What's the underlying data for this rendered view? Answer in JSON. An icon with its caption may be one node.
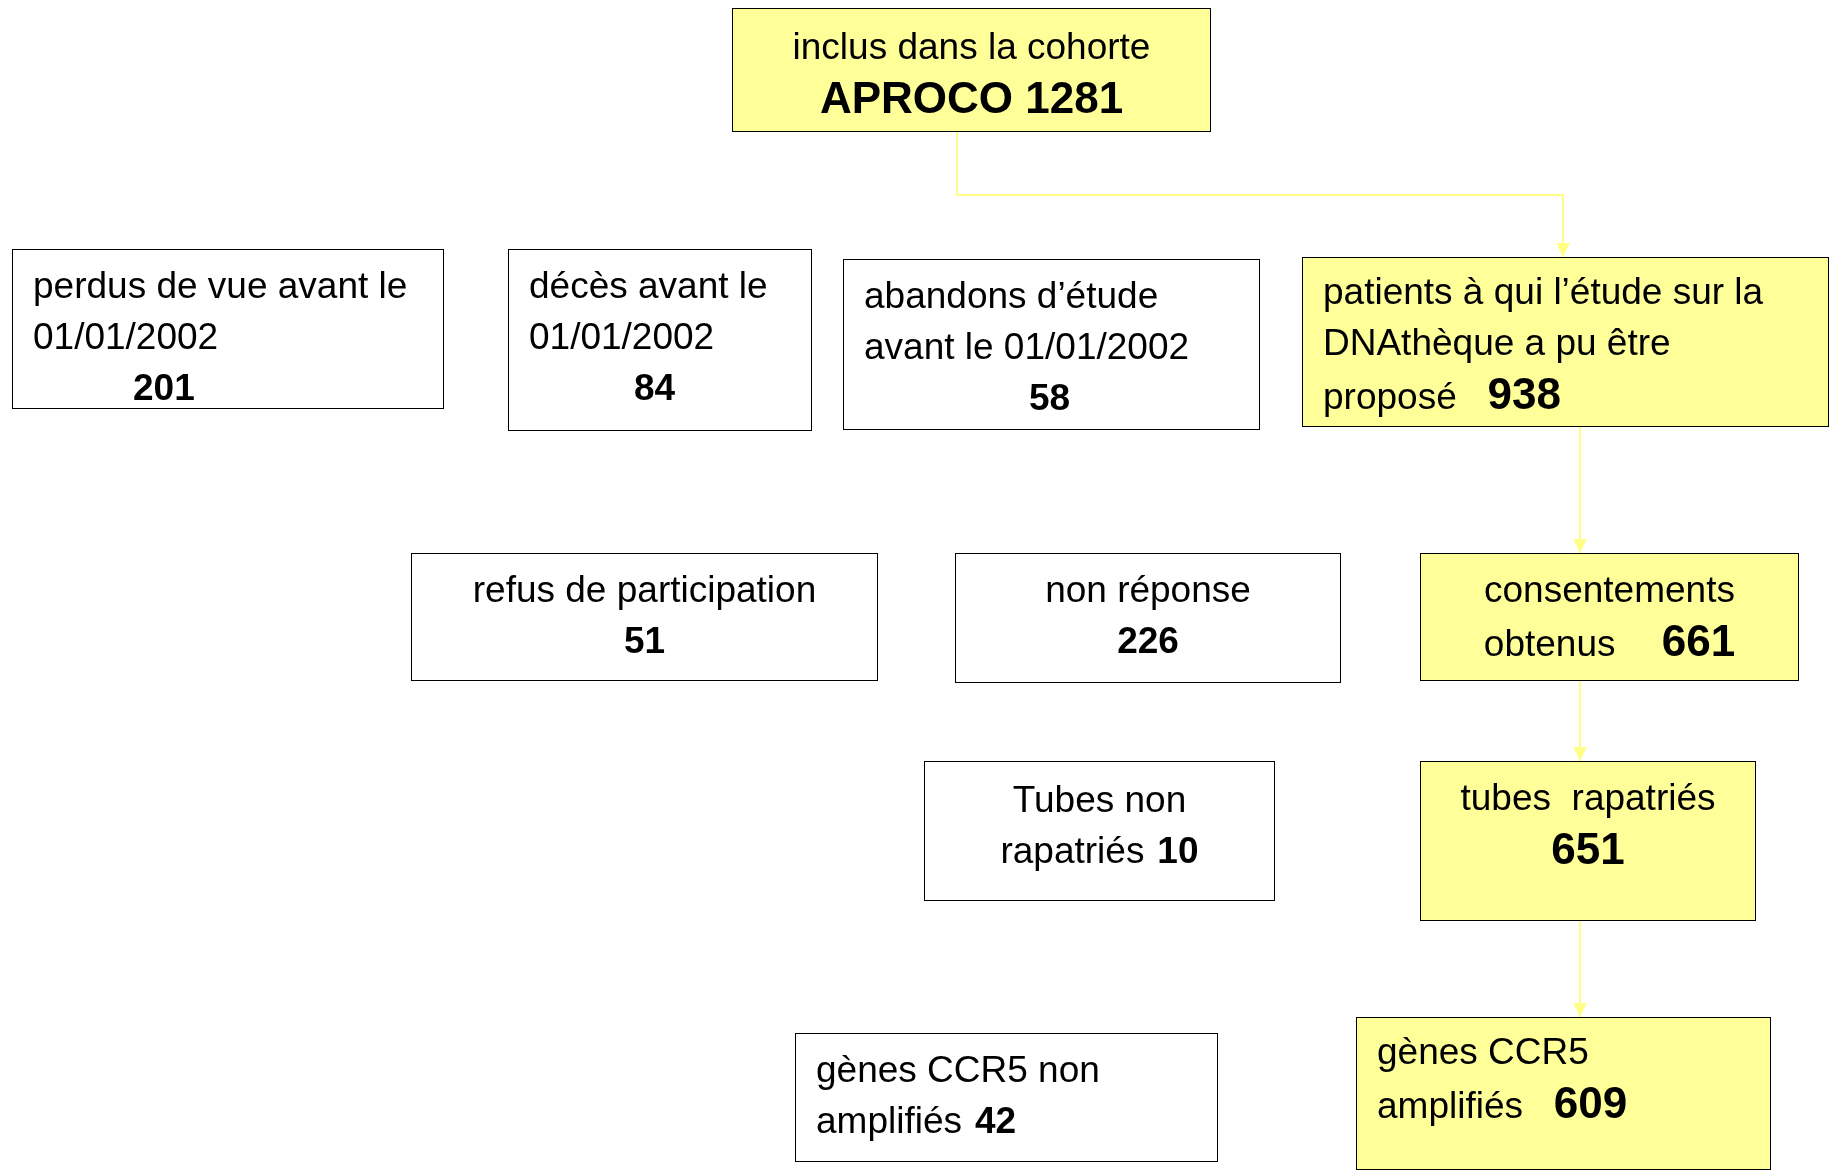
{
  "diagram": {
    "nodes": [
      {
        "text": [
          "inclus dans la cohorte",
          "APROCO 1281"
        ]
      },
      {
        "text": [
          "perdus de vue avant le 01/01/2002",
          "201"
        ]
      },
      {
        "text": [
          "décès avant le 01/01/2002",
          "84"
        ]
      },
      {
        "text": [
          "abandons d’étude avant le 01/01/2002",
          "58"
        ]
      },
      {
        "text": [
          "patients à qui l’étude sur la DNAthèque a pu être proposé",
          "938"
        ]
      },
      {
        "text": [
          "refus de participation",
          "51"
        ]
      },
      {
        "text": [
          "non réponse",
          "226"
        ]
      },
      {
        "text": [
          "consentements obtenus",
          "661"
        ]
      },
      {
        "text": [
          "Tubes non rapatriés",
          "10"
        ]
      },
      {
        "text": [
          "tubes  rapatriés",
          "651"
        ]
      },
      {
        "text": [
          "gènes CCR5 non amplifiés",
          "42"
        ]
      },
      {
        "text": [
          "gènes CCR5 amplifiés",
          "609"
        ]
      }
    ],
    "edges": [
      {
        "from": 0,
        "to": 4,
        "arrow": "to"
      },
      {
        "from": 4,
        "to": 7,
        "arrow": "to"
      },
      {
        "from": 7,
        "to": 9,
        "arrow": "to"
      },
      {
        "from": 9,
        "to": 11,
        "arrow": "to"
      }
    ]
  }
}
